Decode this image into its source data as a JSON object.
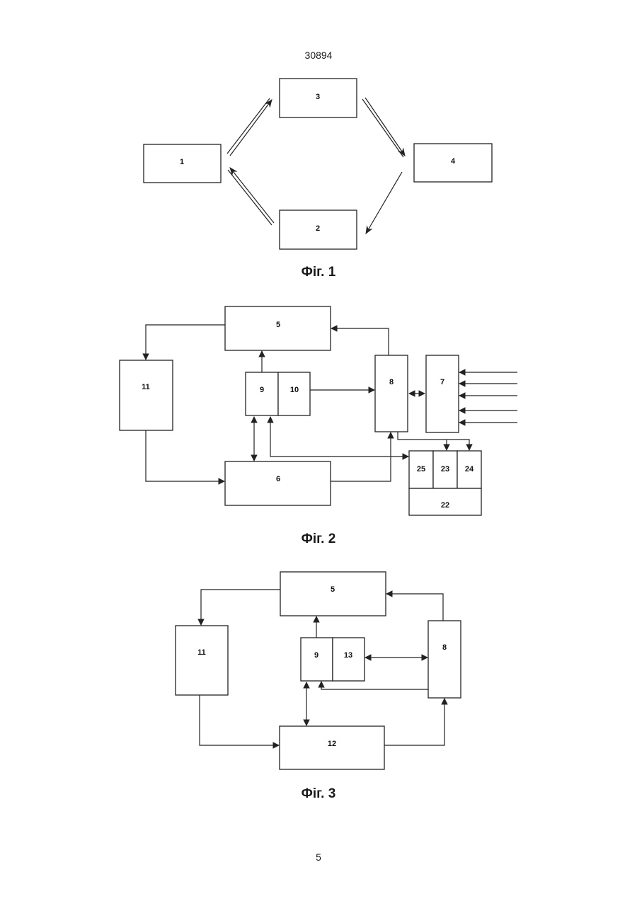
{
  "header": {
    "doc_number": "30894"
  },
  "footer": {
    "page_number": "5"
  },
  "fig1": {
    "caption": "Фіг. 1",
    "blocks": {
      "b1": "1",
      "b2": "2",
      "b3": "3",
      "b4": "4"
    }
  },
  "fig2": {
    "caption": "Фіг. 2",
    "blocks": {
      "b5": "5",
      "b6": "6",
      "b7": "7",
      "b8": "8",
      "b9": "9",
      "b10": "10",
      "b11": "11",
      "b22": "22",
      "b23": "23",
      "b24": "24",
      "b25": "25"
    }
  },
  "fig3": {
    "caption": "Фіг. 3",
    "blocks": {
      "b5": "5",
      "b8": "8",
      "b9": "9",
      "b11": "11",
      "b12": "12",
      "b13": "13"
    }
  }
}
